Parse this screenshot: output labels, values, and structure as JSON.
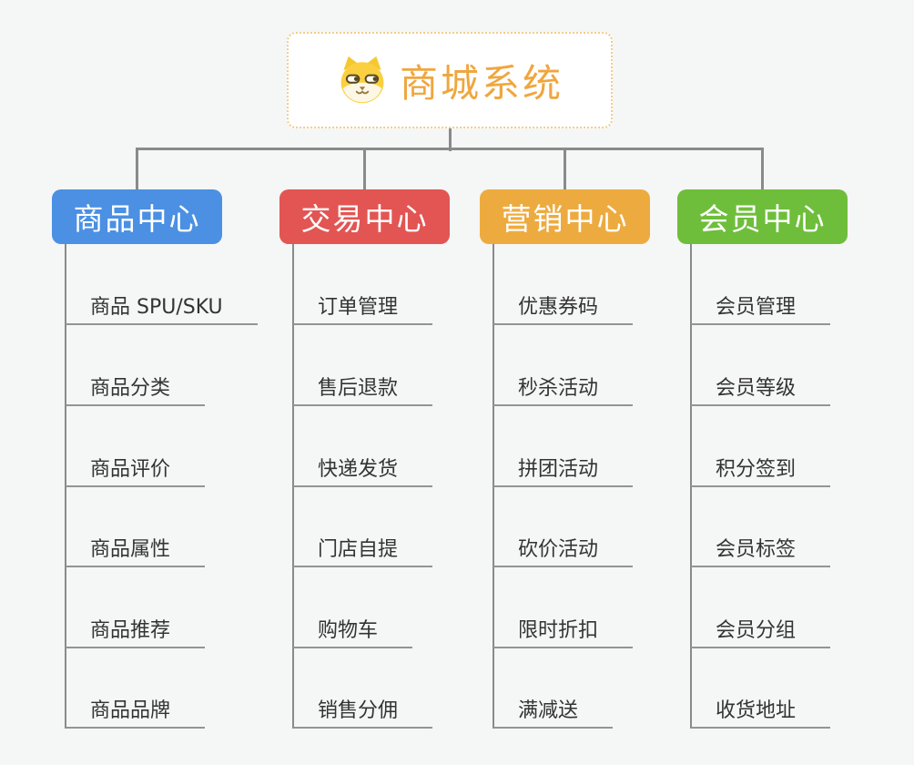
{
  "canvas": {
    "background": "#f5f6f6",
    "connector_color": "#8a8a8a",
    "leaf_text_color": "#333333",
    "leaf_underline_color": "#949494"
  },
  "root": {
    "title": "商城系统",
    "icon": "dog-face-icon",
    "text_color": "#f0a63e",
    "border_color": "#f3cc8c",
    "background": "#ffffff"
  },
  "branches": [
    {
      "label": "商品中心",
      "color": "#4b90e2",
      "children": [
        "商品 SPU/SKU",
        "商品分类",
        "商品评价",
        "商品属性",
        "商品推荐",
        "商品品牌"
      ]
    },
    {
      "label": "交易中心",
      "color": "#e25553",
      "children": [
        "订单管理",
        "售后退款",
        "快递发货",
        "门店自提",
        "购物车",
        "销售分佣"
      ]
    },
    {
      "label": "营销中心",
      "color": "#edab3f",
      "children": [
        "优惠券码",
        "秒杀活动",
        "拼团活动",
        "砍价活动",
        "限时折扣",
        "满减送"
      ]
    },
    {
      "label": "会员中心",
      "color": "#6ebe3b",
      "children": [
        "会员管理",
        "会员等级",
        "积分签到",
        "会员标签",
        "会员分组",
        "收货地址"
      ]
    }
  ]
}
